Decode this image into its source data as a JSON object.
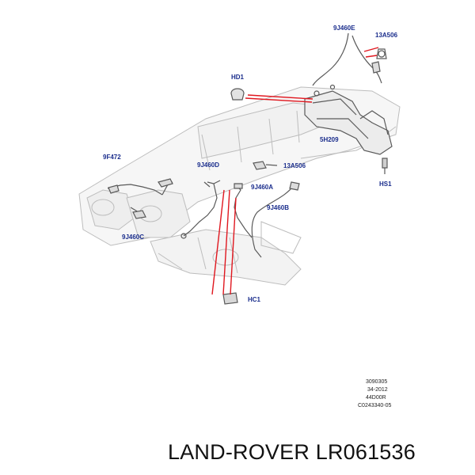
{
  "callouts": {
    "c9J460E": "9J460E",
    "c13A506_top": "13A506",
    "cHD1": "HD1",
    "c5H209": "5H209",
    "cHS1": "HS1",
    "c9F472": "9F472",
    "c9J460D": "9J460D",
    "c13A506_mid": "13A506",
    "c9J460A": "9J460A",
    "c9J460B": "9J460B",
    "c9J460C": "9J460C",
    "cHC1": "HC1"
  },
  "reference_block": [
    "3090305",
    "34-2012",
    "44D00R",
    "C0243340-05"
  ],
  "caption": "LAND-ROVER LR061536",
  "colors": {
    "callout_text": "#1a2d8c",
    "leader_line": "#e0171f",
    "drawing_line": "#5a5a5a",
    "drawing_fill": "#f1f1f1"
  }
}
